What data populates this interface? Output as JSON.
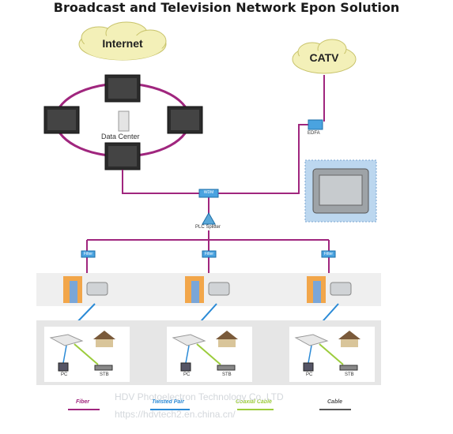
{
  "title": "Broadcast and Television Network Epon Solution",
  "clouds": {
    "internet": "Internet",
    "catv": "CATV"
  },
  "labels": {
    "data_center": "Data Center",
    "edfa": "EDFA",
    "wdm": "WDM",
    "plc_splitter": "PLC Splitter",
    "filter": "Filter",
    "pc": "PC",
    "stb": "STB"
  },
  "legend": {
    "fiber": "Fiber",
    "twisted_pair": "Twisted Pair",
    "coaxial_cable": "Coaxial Cable",
    "cable": "Cable"
  },
  "watermark": {
    "line1": "HDV Photoelectron Technology Co.,LTD",
    "line2": "https://hdvtech2.en.china.cn/"
  },
  "colors": {
    "fiber": "#a0267e",
    "twisted_pair": "#2a8ad6",
    "coaxial": "#9ccc3c",
    "cloud": "#f3f0b8"
  }
}
